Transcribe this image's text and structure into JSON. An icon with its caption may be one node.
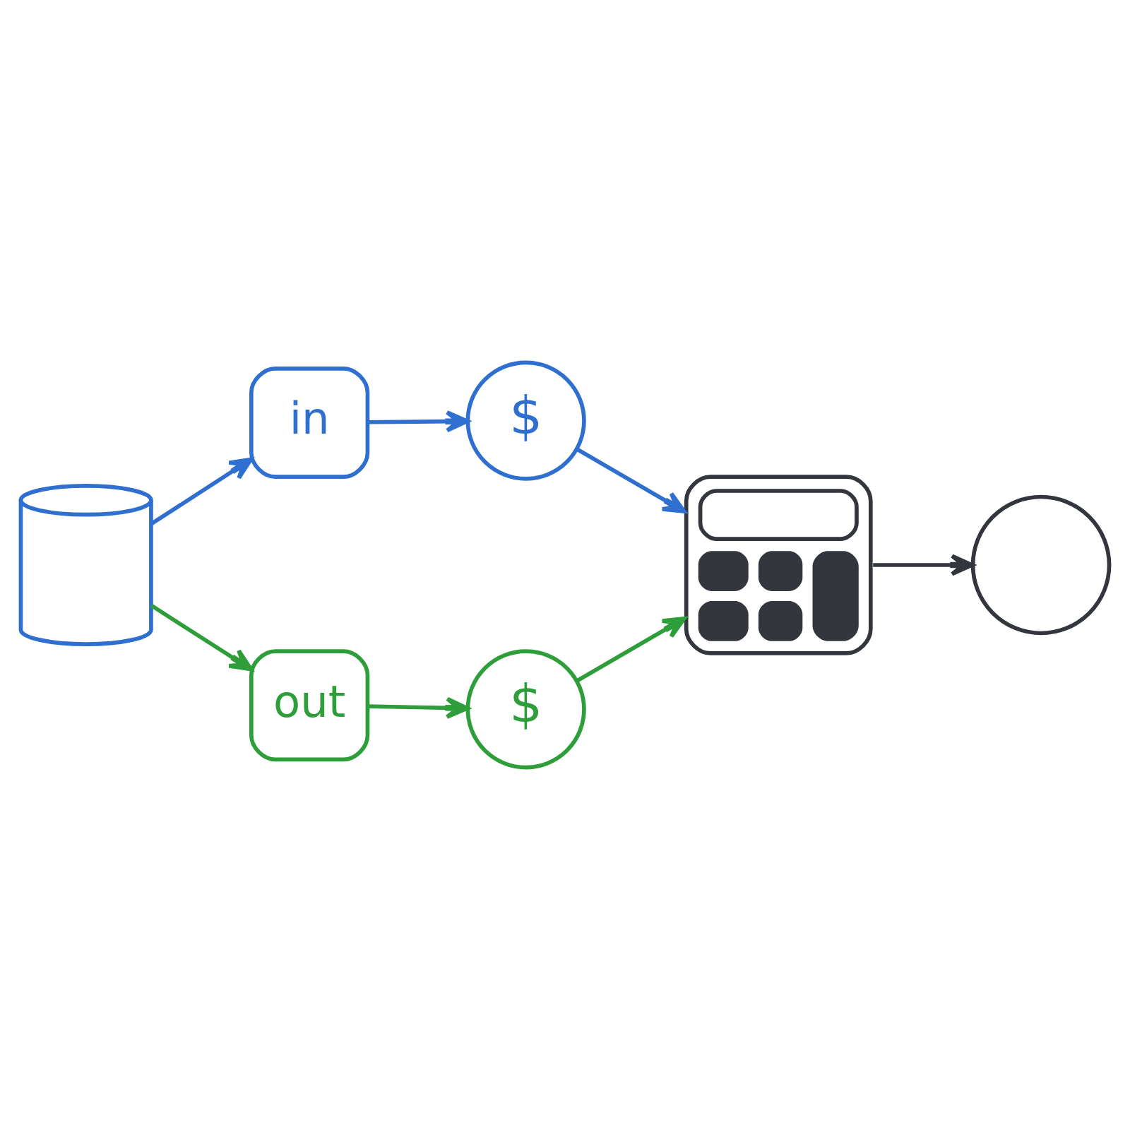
{
  "diagram": {
    "nodes": [
      {
        "text": [],
        "shape": "cylinder"
      },
      {
        "text": [
          "in"
        ]
      },
      {
        "text": [
          "$"
        ]
      },
      {
        "text": [
          "out"
        ]
      },
      {
        "text": [
          "$"
        ]
      },
      {
        "text": [],
        "shape": "picture"
      },
      {
        "text": [],
        "shape": "circle"
      }
    ],
    "edges": [
      {
        "from": 0,
        "to": 1,
        "arrow": "to",
        "color": "#2f6fd0"
      },
      {
        "from": 0,
        "to": 3,
        "arrow": "to",
        "color": "#2e9e3a"
      },
      {
        "from": 1,
        "to": 2,
        "arrow": "to",
        "color": "#2f6fd0"
      },
      {
        "from": 3,
        "to": 4,
        "arrow": "to",
        "color": "#2e9e3a"
      },
      {
        "from": 2,
        "to": 5,
        "arrow": "to",
        "color": "#2f6fd0"
      },
      {
        "from": 4,
        "to": 5,
        "arrow": "to",
        "color": "#2e9e3a"
      },
      {
        "from": 5,
        "to": 6,
        "arrow": "to",
        "color": "#33373d"
      }
    ]
  }
}
